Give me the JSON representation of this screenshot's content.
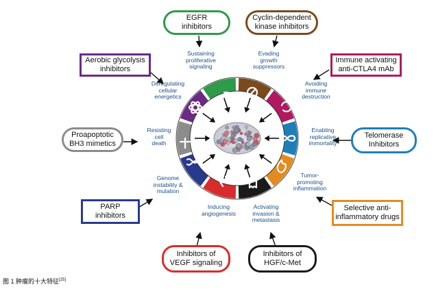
{
  "inhibitors": {
    "egfr": "EGFR\ninhibitors",
    "cdk": "Cyclin-dependent\nkinase inhibitors",
    "immune": "Immune activating\nanti-CTLA4 mAb",
    "telomerase": "Telomerase\nInhibitors",
    "anti_inflammatory": "Selective anti-\ninflammatory drugs",
    "hgf": "Inhibitors of\nHGF/c-Met",
    "vegf": "Inhibitors of\nVEGF signaling",
    "parp": "PARP\ninhibitors",
    "bh3": "Proapoptotic\nBH3 mimetics",
    "aerobic": "Aerobic glycolysis\ninhibitors"
  },
  "hallmarks": {
    "proliferative": "Sustaining\nproliferative\nsignaling",
    "growth": "Evading\ngrowth\nsuppressors",
    "immune": "Avoiding\nimmune\ndestruction",
    "immortality": "Enabling\nreplicative\nimmortality",
    "inflammation": "Tumor-\npromoting\ninflammation",
    "invasion": "Activating\ninvasion &\nmetastasis",
    "angiogenesis": "Inducing\nangiogenesis",
    "genome": "Genome\ninstability &\nmutation",
    "death": "Resisting\ncell\ndeath",
    "energetics": "Deregulating\ncellular\nenergetics"
  },
  "colors": {
    "egfr": "#2e9a4a",
    "cdk": "#7a4a1e",
    "immune": "#b0195f",
    "telomerase": "#1e7fb8",
    "anti_inflammatory": "#e58a1f",
    "hgf": "#1a1a1a",
    "vegf": "#d92b2b",
    "parp": "#283a8e",
    "bh3": "#8c8c8c",
    "aerobic": "#6a2a86",
    "hallmark_text": "#1b4f8a"
  },
  "caption": {
    "label": "图 1    肿瘤的十大特征",
    "ref": "[25]"
  }
}
